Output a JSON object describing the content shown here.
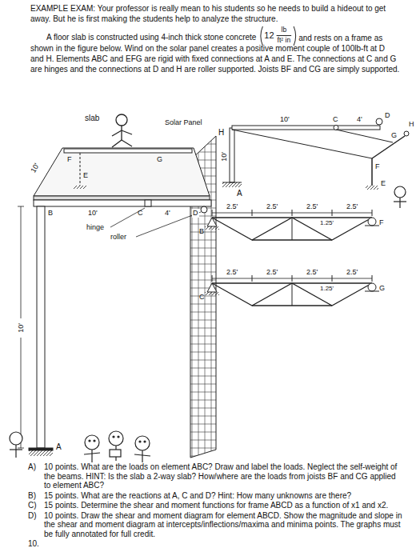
{
  "diagram": {
    "labels": [
      "EXAMPLE EXAM: Your professor is really mean to his students so he needs to build a hideout to get away. But he is first making the students help to analyze the structure.",
      "A floor slab is constructed using 4-inch thick stone concrete",
      "12",
      "lb",
      "ft² in",
      "and rests on a frame as shown in the figure below. Wind on the solar panel creates a positive moment couple of 100lb-ft at D and H. Elements ABC and EFG are rigid with fixed connections at A and E. The connections at C and G are hinges and the connections at D and H are roller supported. Joists BF and CG are simply supported.",
      "slab",
      "Solar Panel",
      "H",
      "F",
      "G",
      "10'",
      "E",
      "B",
      "10'",
      "C",
      "4'",
      "D",
      "hinge",
      "roller",
      "10'",
      "A",
      "10'",
      "C",
      "4'",
      "D",
      "H",
      "10'",
      "G",
      "F",
      "A",
      "E",
      "2.5'",
      "2.5'",
      "2.5'",
      "2.5'",
      "B",
      "1.25'",
      "F",
      "2.5'",
      "2.5'",
      "2.5'",
      "2.5'",
      "C",
      "1.25'",
      "G",
      "A)",
      "10 points. What are the loads on element ABC? Draw and label the loads. Neglect the self-weight of the beams. HINT: Is the slab a 2-way slab? How/where are the loads from joists BF and CG applied to element ABC?",
      "B)",
      "15 points. What are the reactions at A, C and D? Hint: How many unknowns are there?",
      "C)",
      "15 points. Determine the shear and moment functions for frame ABCD as a function of x1 and x2.",
      "D)",
      "10 points. Draw the shear and moment diagram for element ABCD. Show the magnitude and slope in the shear and moment diagram at intercepts/inflections/maxima and minima points. The graphs must be fully annotated for full credit.",
      "10."
    ]
  }
}
